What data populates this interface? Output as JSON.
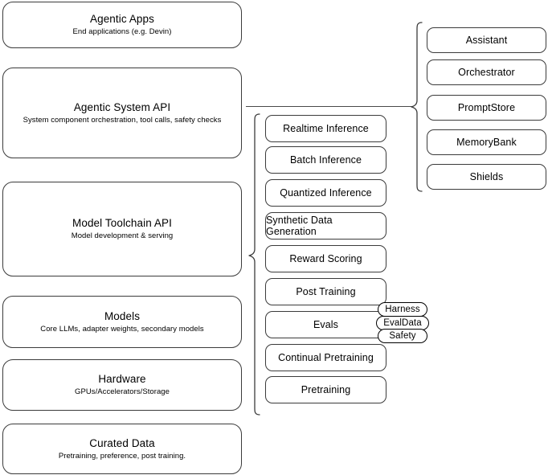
{
  "diagram": {
    "title": "Agentic stack layered architecture",
    "colors": {
      "stroke": "#3b3b3b",
      "connector": "#4a4a4a",
      "pill_stroke": "#000000",
      "background": "#ffffff"
    }
  },
  "left_stack": [
    {
      "title": "Agentic Apps",
      "subtitle": "End applications (e.g. Devin)"
    },
    {
      "title": "Agentic System API",
      "subtitle": "System component orchestration, tool calls, safety checks"
    },
    {
      "title": "Model Toolchain API",
      "subtitle": "Model development & serving"
    },
    {
      "title": "Models",
      "subtitle": "Core LLMs, adapter weights, secondary models"
    },
    {
      "title": "Hardware",
      "subtitle": "GPUs/Accelerators/Storage"
    },
    {
      "title": "Curated Data",
      "subtitle": "Pretraining, preference, post training."
    }
  ],
  "middle_column": [
    {
      "label": "Realtime Inference"
    },
    {
      "label": "Batch Inference"
    },
    {
      "label": "Quantized Inference"
    },
    {
      "label": "Synthetic Data Generation"
    },
    {
      "label": "Reward Scoring"
    },
    {
      "label": "Post Training"
    },
    {
      "label": "Evals"
    },
    {
      "label": "Continual Pretraining"
    },
    {
      "label": "Pretraining"
    }
  ],
  "eval_subcomponents": [
    {
      "label": "Harness"
    },
    {
      "label": "EvalData"
    },
    {
      "label": "Safety"
    }
  ],
  "right_column": [
    {
      "label": "Assistant"
    },
    {
      "label": "Orchestrator"
    },
    {
      "label": "PromptStore"
    },
    {
      "label": "MemoryBank"
    },
    {
      "label": "Shields"
    }
  ]
}
